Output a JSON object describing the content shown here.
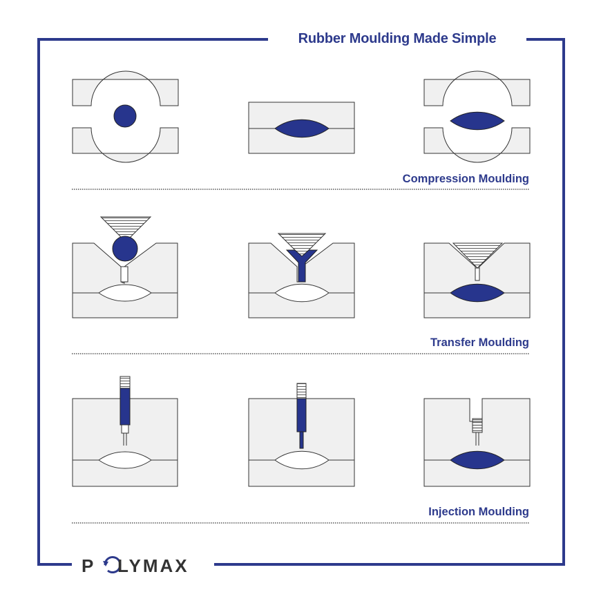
{
  "title": "Rubber Moulding Made Simple",
  "sections": [
    {
      "label": "Compression Moulding"
    },
    {
      "label": "Transfer Moulding"
    },
    {
      "label": "Injection Moulding"
    }
  ],
  "brand": {
    "name": "POLYMAX"
  },
  "colors": {
    "accent": "#2d3a8c",
    "rubber": "#27358d",
    "mould_fill": "#f0f0f0",
    "outline": "#333333"
  }
}
